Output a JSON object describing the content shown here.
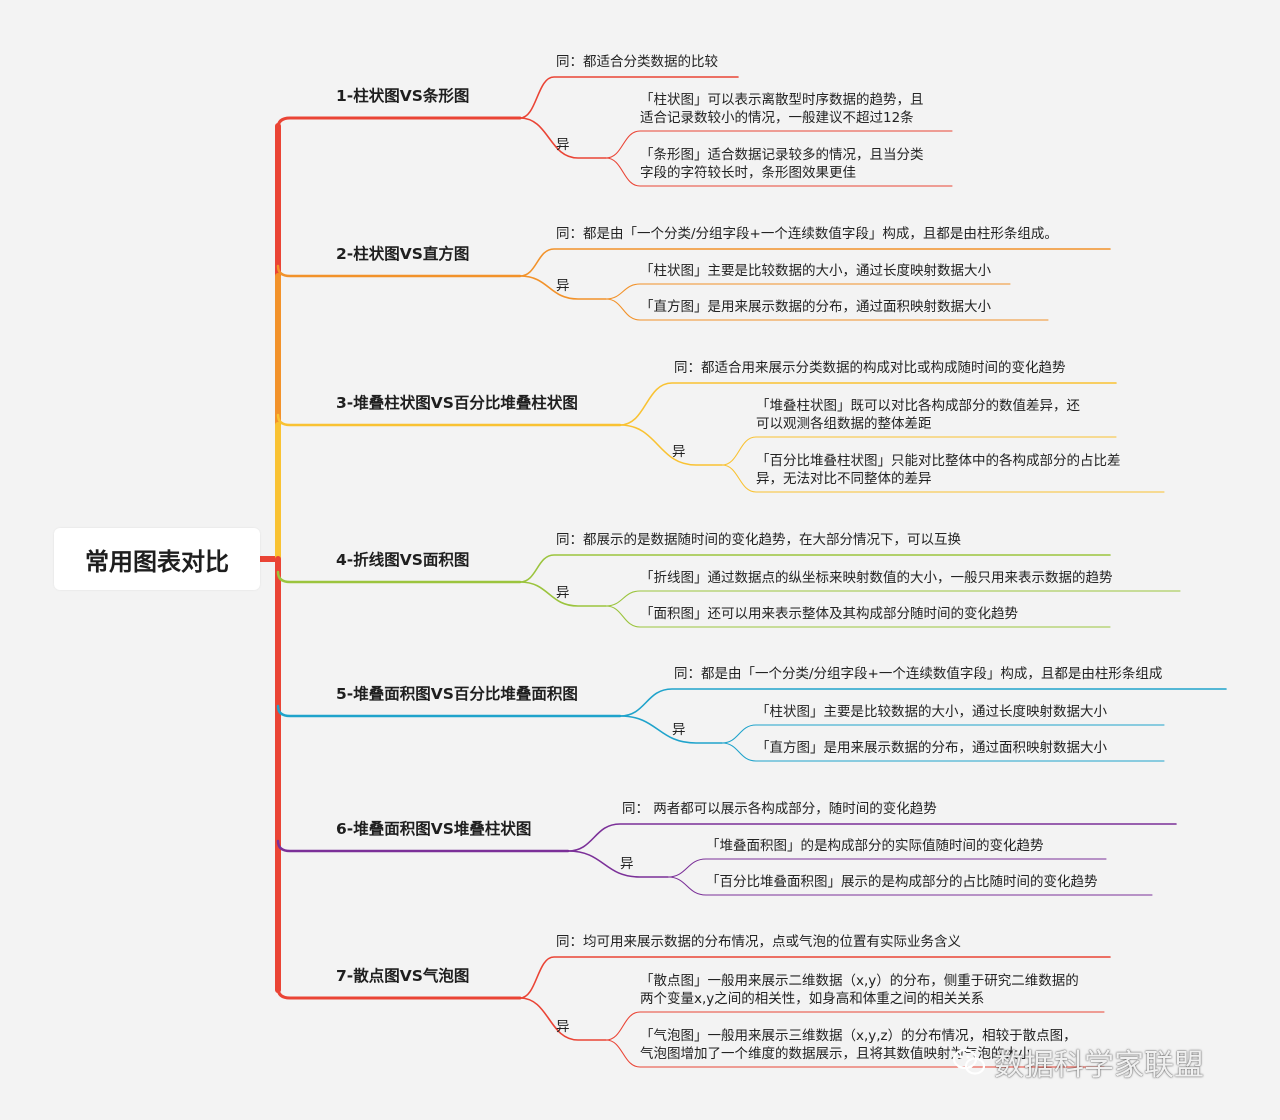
{
  "root": {
    "title": "常用图表对比"
  },
  "branches": [
    {
      "title": "1-柱状图VS条形图",
      "color": "#ea4435",
      "same": [
        "同：都适合分类数据的比较"
      ],
      "diff_label": "异",
      "diff": [
        [
          "「柱状图」可以表示离散型时序数据的趋势，且",
          "适合记录数较小的情况，一般建议不超过12条"
        ],
        [
          "「条形图」适合数据记录较多的情况，且当分类",
          "字段的字符较长时，条形图效果更佳"
        ]
      ]
    },
    {
      "title": "2-柱状图VS直方图",
      "color": "#f2922a",
      "same": [
        "同：都是由「一个分类/分组字段+一个连续数值字段」构成，且都是由柱形条组成。"
      ],
      "diff_label": "异",
      "diff": [
        [
          "「柱状图」主要是比较数据的大小，通过长度映射数据大小"
        ],
        [
          "「直方图」是用来展示数据的分布，通过面积映射数据大小"
        ]
      ]
    },
    {
      "title": "3-堆叠柱状图VS百分比堆叠柱状图",
      "color": "#f9c232",
      "same": [
        "同：都适合用来展示分类数据的构成对比或构成随时间的变化趋势"
      ],
      "diff_label": "异",
      "diff": [
        [
          "「堆叠柱状图」既可以对比各构成部分的数值差异，还",
          "可以观测各组数据的整体差距"
        ],
        [
          "「百分比堆叠柱状图」只能对比整体中的各构成部分的占比差",
          "异，无法对比不同整体的差异"
        ]
      ]
    },
    {
      "title": "4-折线图VS面积图",
      "color": "#9bc43d",
      "same": [
        "同：都展示的是数据随时间的变化趋势，在大部分情况下，可以互换"
      ],
      "diff_label": "异",
      "diff": [
        [
          "「折线图」通过数据点的纵坐标来映射数值的大小，一般只用来表示数据的趋势"
        ],
        [
          "「面积图」还可以用来表示整体及其构成部分随时间的变化趋势"
        ]
      ]
    },
    {
      "title": "5-堆叠面积图VS百分比堆叠面积图",
      "color": "#1fa3cb",
      "same": [
        "同：都是由「一个分类/分组字段+一个连续数值字段」构成，且都是由柱形条组成"
      ],
      "diff_label": "异",
      "diff": [
        [
          "「柱状图」主要是比较数据的大小，通过长度映射数据大小"
        ],
        [
          "「直方图」是用来展示数据的分布，通过面积映射数据大小"
        ]
      ]
    },
    {
      "title": "6-堆叠面积图VS堆叠柱状图",
      "color": "#7b3098",
      "same": [
        "同：  两者都可以展示各构成部分，随时间的变化趋势"
      ],
      "diff_label": "异",
      "diff": [
        [
          "「堆叠面积图」的是构成部分的实际值随时间的变化趋势"
        ],
        [
          "「百分比堆叠面积图」展示的是构成部分的占比随时间的变化趋势"
        ]
      ]
    },
    {
      "title": "7-散点图VS气泡图",
      "color": "#ea4435",
      "same": [
        "同：均可用来展示数据的分布情况，点或气泡的位置有实际业务含义"
      ],
      "diff_label": "异",
      "diff": [
        [
          "「散点图」一般用来展示二维数据（x,y）的分布，侧重于研究二维数据的",
          "两个变量x,y之间的相关性，如身高和体重之间的相关关系"
        ],
        [
          "「气泡图」一般用来展示三维数据（x,y,z）的分布情况，相较于散点图，",
          "气泡图增加了一个维度的数据展示，且将其数值映射为气泡的大小"
        ]
      ]
    }
  ],
  "watermark": {
    "text": "数据科学家联盟",
    "icon": "wechat-icon"
  }
}
